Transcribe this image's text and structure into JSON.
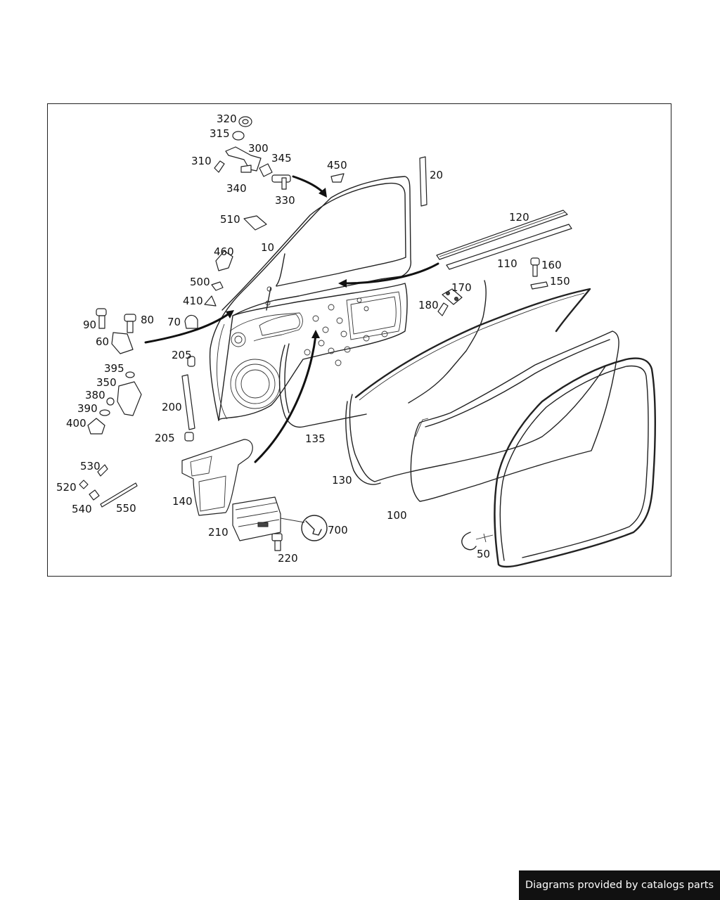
{
  "diagram": {
    "labels": {
      "l10": "10",
      "l20": "20",
      "l50": "50",
      "l60": "60",
      "l70": "70",
      "l80": "80",
      "l90": "90",
      "l100": "100",
      "l110": "110",
      "l120": "120",
      "l130": "130",
      "l135": "135",
      "l140": "140",
      "l150": "150",
      "l160": "160",
      "l170": "170",
      "l180": "180",
      "l200": "200",
      "l205a": "205",
      "l205b": "205",
      "l210": "210",
      "l220": "220",
      "l300": "300",
      "l310": "310",
      "l315": "315",
      "l320": "320",
      "l330": "330",
      "l340": "340",
      "l345": "345",
      "l350": "350",
      "l380": "380",
      "l390": "390",
      "l395": "395",
      "l400": "400",
      "l410": "410",
      "l450": "450",
      "l460": "460",
      "l500": "500",
      "l510": "510",
      "l520": "520",
      "l530": "530",
      "l540": "540",
      "l550": "550",
      "l700": "700"
    }
  },
  "banner": {
    "text": "Diagrams provided by catalogs parts"
  },
  "colors": {
    "line": "#222222",
    "banner_bg": "#111111",
    "banner_text": "#ffffff"
  }
}
